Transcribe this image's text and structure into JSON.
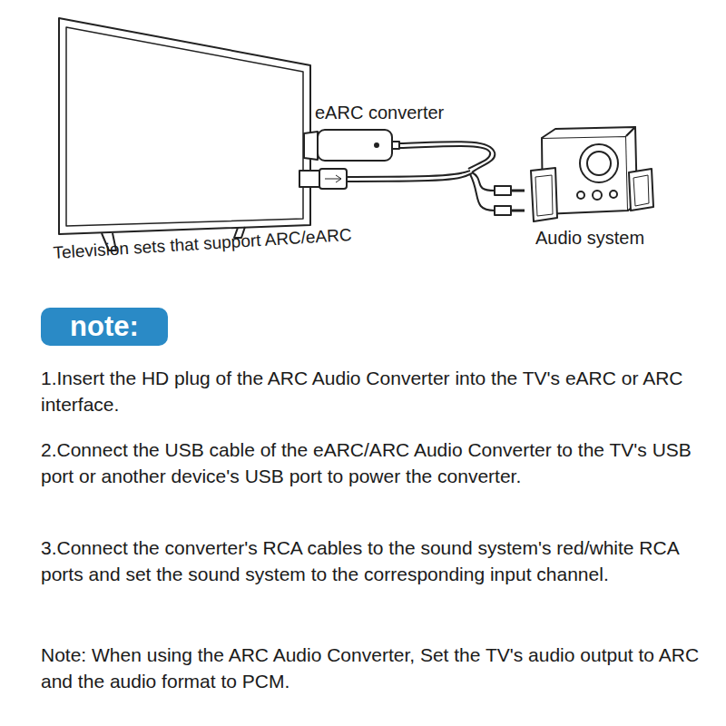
{
  "diagram": {
    "nodes": [
      {
        "text": [
          "note:"
        ]
      }
    ],
    "labels": [
      "eARC converter",
      "Television sets that support ARC/eARC",
      "Audio system",
      "1.Insert the HD plug of the ARC Audio Converter into the TV's eARC or ARC interface.",
      "2.Connect the USB cable of the eARC/ARC Audio Converter to the TV's USB port or another device's USB port to power the converter.",
      "3.Connect the converter's RCA cables to the sound system's red/white RCA ports and set the sound system to the corresponding input channel.",
      "Note: When using the ARC Audio Converter, Set the TV's audio output to ARC and the audio format to PCM."
    ]
  }
}
